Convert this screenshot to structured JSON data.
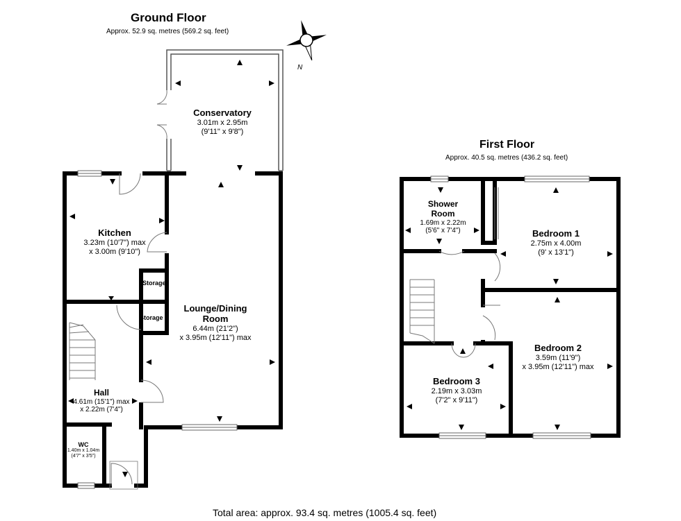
{
  "ground_floor": {
    "title": "Ground Floor",
    "area": "Approx. 52.9 sq. metres (569.2 sq. feet)",
    "rooms": {
      "conservatory": {
        "name": "Conservatory",
        "dim1": "3.01m x 2.95m",
        "dim2": "(9'11\" x 9'8\")"
      },
      "kitchen": {
        "name": "Kitchen",
        "dim1": "3.23m (10'7\") max",
        "dim2": "x 3.00m (9'10\")"
      },
      "storage_1": {
        "name": "Storage"
      },
      "storage_2": {
        "name": "Storage"
      },
      "lounge": {
        "name1": "Lounge/Dining",
        "name2": "Room",
        "dim1": "6.44m (21'2\")",
        "dim2": "x 3.95m (12'11\") max"
      },
      "hall": {
        "name": "Hall",
        "dim1": "4.61m (15'1\") max",
        "dim2": "x 2.22m (7'4\")"
      },
      "wc": {
        "name": "WC",
        "dim1": "1.40m x 1.04m",
        "dim2": "(4'7\" x 3'5\")"
      }
    }
  },
  "first_floor": {
    "title": "First Floor",
    "area": "Approx. 40.5 sq. metres (436.2 sq. feet)",
    "rooms": {
      "shower": {
        "name1": "Shower",
        "name2": "Room",
        "dim1": "1.69m x 2.22m",
        "dim2": "(5'6\" x 7'4\")"
      },
      "bedroom1": {
        "name": "Bedroom 1",
        "dim1": "2.75m x 4.00m",
        "dim2": "(9' x 13'1\")"
      },
      "bedroom2": {
        "name": "Bedroom 2",
        "dim1": "3.59m (11'9\")",
        "dim2": "x 3.95m (12'11\") max"
      },
      "bedroom3": {
        "name": "Bedroom 3",
        "dim1": "2.19m x 3.03m",
        "dim2": "(7'2\" x 9'11\")"
      }
    }
  },
  "compass": {
    "north_label": "N"
  },
  "total_area": "Total area: approx. 93.4 sq. metres (1005.4 sq. feet)",
  "colors": {
    "wall": "#000000",
    "background": "#ffffff",
    "window": "#9a9a9a"
  }
}
